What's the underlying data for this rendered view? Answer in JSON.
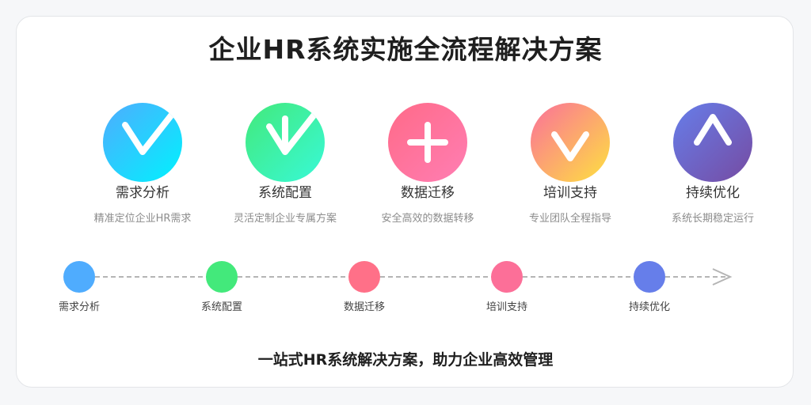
{
  "title": "企业HR系统实施全流程解决方案",
  "steps": [
    {
      "label": "需求分析",
      "desc": "精准定位企业HR需求",
      "icon": "checkmark-icon",
      "gradient": [
        "#4facfe",
        "#00f2fe"
      ]
    },
    {
      "label": "系统配置",
      "desc": "灵活定制企业专属方案",
      "icon": "arrow-down-check-icon",
      "gradient": [
        "#43e97b",
        "#38f9d7"
      ]
    },
    {
      "label": "数据迁移",
      "desc": "安全高效的数据转移",
      "icon": "plus-icon",
      "gradient": [
        "#ff6a88",
        "#ff7eb3"
      ]
    },
    {
      "label": "培训支持",
      "desc": "专业团队全程指导",
      "icon": "chevron-down-icon",
      "gradient": [
        "#fa709a",
        "#fee140"
      ]
    },
    {
      "label": "持续优化",
      "desc": "系统长期稳定运行",
      "icon": "chevron-up-icon",
      "gradient": [
        "#667eea",
        "#764ba2"
      ]
    }
  ],
  "timeline": [
    {
      "label": "需求分析",
      "color": "#4facfe"
    },
    {
      "label": "系统配置",
      "color": "#43e97b"
    },
    {
      "label": "数据迁移",
      "color": "#ff7088"
    },
    {
      "label": "培训支持",
      "color": "#fc6f98"
    },
    {
      "label": "持续优化",
      "color": "#667eea"
    }
  ],
  "footer": "一站式HR系统解决方案，助力企业高效管理"
}
